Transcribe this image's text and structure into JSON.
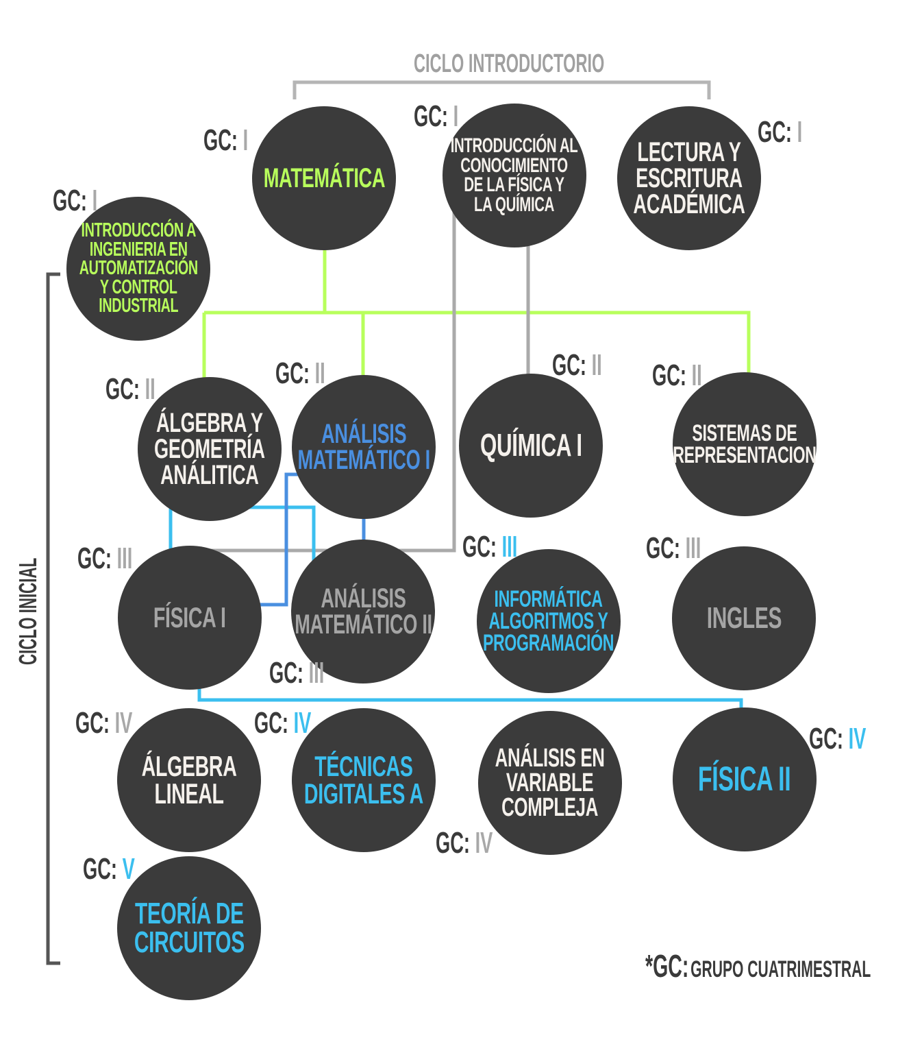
{
  "header_intro": "CICLO INTRODUCTORIO",
  "header_initial": "CICLO INICIAL",
  "footnote": {
    "prefix": "*GC:",
    "text": "GRUPO CUATRIMESTRAL"
  },
  "gc_prefix": "GC:",
  "colors": {
    "node": "#3b3b3b",
    "green": "#b8ff5c",
    "blue": "#4a8fe0",
    "cyan": "#3bbfef",
    "gray": "#aaaaaa"
  },
  "nodes": [
    {
      "lines": [
        "MATEMÁTICA"
      ],
      "gc": "I"
    },
    {
      "lines": [
        "INTRODUCCIÓN AL",
        "CONOCIMIENTO",
        "DE LA FÍSICA Y",
        "LA QUÍMICA"
      ],
      "gc": "I"
    },
    {
      "lines": [
        "LECTURA Y",
        "ESCRITURA",
        "ACADÉMICA"
      ],
      "gc": "I"
    },
    {
      "lines": [
        "INTRODUCCIÓN A",
        "INGENIERIA EN",
        "AUTOMATIZACIÓN",
        "Y CONTROL",
        "INDUSTRIAL"
      ],
      "gc": "I"
    },
    {
      "lines": [
        "ÁLGEBRA Y",
        "GEOMETRÍA",
        "ANÁLITICA"
      ],
      "gc": "II"
    },
    {
      "lines": [
        "ANÁLISIS",
        "MATEMÁTICO I"
      ],
      "gc": "II"
    },
    {
      "lines": [
        "QUÍMICA I"
      ],
      "gc": "II"
    },
    {
      "lines": [
        "SISTEMAS DE",
        "REPRESENTACION"
      ],
      "gc": "II"
    },
    {
      "lines": [
        "FÍSICA I"
      ],
      "gc": "III"
    },
    {
      "lines": [
        "ANÁLISIS",
        "MATEMÁTICO II"
      ],
      "gc": "III"
    },
    {
      "lines": [
        "INFORMÁTICA",
        "ALGORITMOS Y",
        "PROGRAMACIÓN"
      ],
      "gc": "III"
    },
    {
      "lines": [
        "INGLES"
      ],
      "gc": "III"
    },
    {
      "lines": [
        "ÁLGEBRA",
        "LINEAL"
      ],
      "gc": "IV"
    },
    {
      "lines": [
        "TÉCNICAS",
        "DIGITALES A"
      ],
      "gc": "IV"
    },
    {
      "lines": [
        "ANÁLISIS EN",
        "VARIABLE",
        "COMPLEJA"
      ],
      "gc": "IV"
    },
    {
      "lines": [
        "FÍSICA II"
      ],
      "gc": "IV"
    },
    {
      "lines": [
        "TEORÍA DE",
        "CIRCUITOS"
      ],
      "gc": "V"
    }
  ]
}
